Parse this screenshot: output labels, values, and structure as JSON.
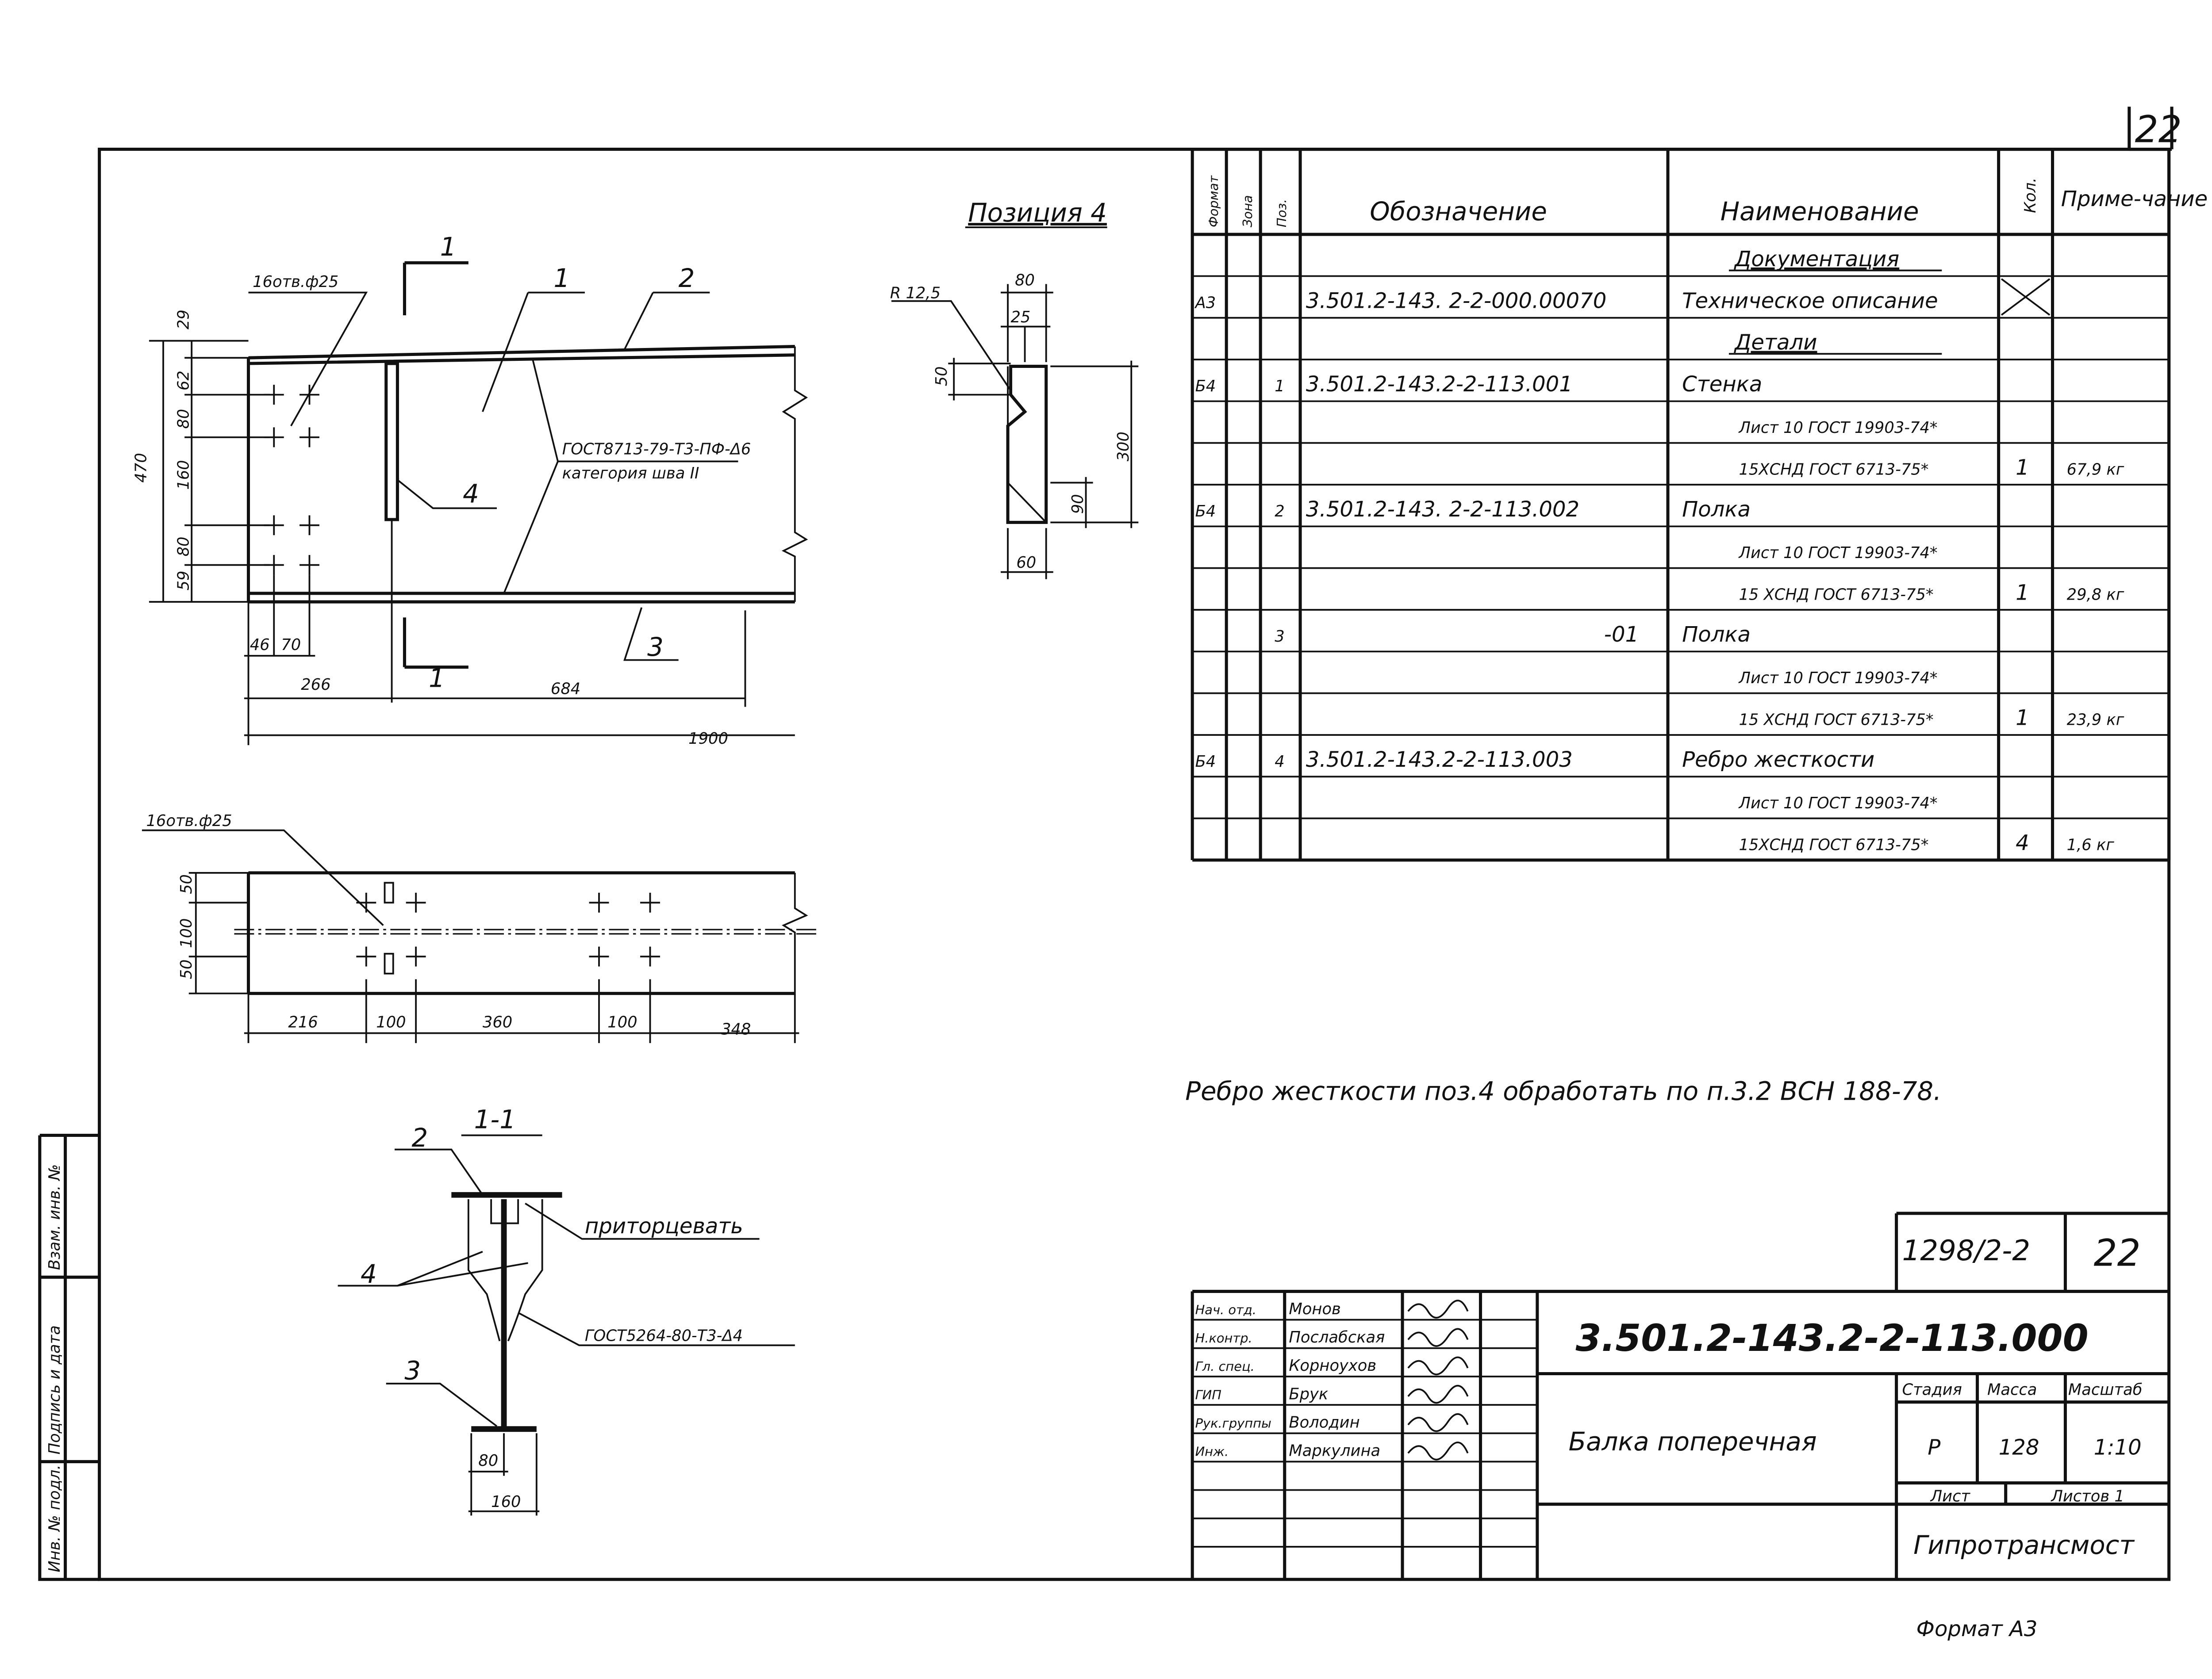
{
  "sheet": {
    "page_number": "22",
    "format_label": "Формат А3",
    "left_strip": [
      "Инв. № подл.",
      "Подпись и дата",
      "Взам. инв. №"
    ],
    "note": "Ребро жесткости поз.4 обработать по п.3.2 ВСН 188-78."
  },
  "elevation": {
    "holes_label": "16отв.ф25",
    "section_mark": "1",
    "callouts": [
      "1",
      "2",
      "3",
      "4"
    ],
    "weld_line1": "ГОСТ8713-79-Т3-ПФ-Δ6",
    "weld_line2": "категория шва II",
    "vertical_dims": [
      "29",
      "62",
      "80",
      "160",
      "80",
      "59"
    ],
    "overall_height": "470",
    "horizontal_dims": [
      "46",
      "70",
      "266",
      "684",
      "1900"
    ]
  },
  "position4": {
    "title": "Позиция 4",
    "radius": "R 12,5",
    "dims": [
      "80",
      "25",
      "50",
      "300",
      "90",
      "60"
    ]
  },
  "plan": {
    "holes_label": "16отв.ф25",
    "vertical_dims": [
      "50",
      "100",
      "50"
    ],
    "horizontal_dims": [
      "216",
      "100",
      "360",
      "100",
      "348"
    ]
  },
  "section": {
    "title": "1-1",
    "callouts": [
      "2",
      "4",
      "3"
    ],
    "face_note": "приторцевать",
    "weld": "ГОСТ5264-80-Т3-Δ4",
    "dims": [
      "80",
      "160"
    ]
  },
  "spec_table": {
    "headers": [
      "Формат",
      "Зона",
      "Поз.",
      "Обозначение",
      "Наименование",
      "Кол.",
      "Приме-чание"
    ],
    "rows": [
      {
        "fmt": "",
        "zone": "",
        "pos": "",
        "designation": "",
        "name": "Документация",
        "qty": "",
        "note": "",
        "heading": true
      },
      {
        "fmt": "А3",
        "zone": "",
        "pos": "",
        "designation": "3.501.2-143. 2-2-000.00070",
        "name": "Техническое описание",
        "qty": "",
        "note": "",
        "crossed_qty": true
      },
      {
        "fmt": "",
        "zone": "",
        "pos": "",
        "designation": "",
        "name": "Детали",
        "qty": "",
        "note": "",
        "heading": true
      },
      {
        "fmt": "Б4",
        "zone": "",
        "pos": "1",
        "designation": "3.501.2-143.2-2-113.001",
        "name": "Стенка",
        "qty": "",
        "note": ""
      },
      {
        "fmt": "",
        "zone": "",
        "pos": "",
        "designation": "",
        "name": "Лист 10 ГОСТ 19903-74*",
        "qty": "",
        "note": ""
      },
      {
        "fmt": "",
        "zone": "",
        "pos": "",
        "designation": "",
        "name": "15ХСНД ГОСТ 6713-75*",
        "qty": "1",
        "note": "67,9 кг"
      },
      {
        "fmt": "Б4",
        "zone": "",
        "pos": "2",
        "designation": "3.501.2-143. 2-2-113.002",
        "name": "Полка",
        "qty": "",
        "note": ""
      },
      {
        "fmt": "",
        "zone": "",
        "pos": "",
        "designation": "",
        "name": "Лист 10 ГОСТ 19903-74*",
        "qty": "",
        "note": ""
      },
      {
        "fmt": "",
        "zone": "",
        "pos": "",
        "designation": "",
        "name": "15 ХСНД ГОСТ 6713-75*",
        "qty": "1",
        "note": "29,8 кг"
      },
      {
        "fmt": "",
        "zone": "",
        "pos": "3",
        "designation": "-01",
        "name": "Полка",
        "qty": "",
        "note": ""
      },
      {
        "fmt": "",
        "zone": "",
        "pos": "",
        "designation": "",
        "name": "Лист 10 ГОСТ 19903-74*",
        "qty": "",
        "note": ""
      },
      {
        "fmt": "",
        "zone": "",
        "pos": "",
        "designation": "",
        "name": "15 ХСНД ГОСТ 6713-75*",
        "qty": "1",
        "note": "23,9 кг"
      },
      {
        "fmt": "Б4",
        "zone": "",
        "pos": "4",
        "designation": "3.501.2-143.2-2-113.003",
        "name": "Ребро жесткости",
        "qty": "",
        "note": ""
      },
      {
        "fmt": "",
        "zone": "",
        "pos": "",
        "designation": "",
        "name": "Лист 10 ГОСТ 19903-74*",
        "qty": "",
        "note": ""
      },
      {
        "fmt": "",
        "zone": "",
        "pos": "",
        "designation": "",
        "name": "15ХСНД ГОСТ 6713-75*",
        "qty": "4",
        "note": "1,6 кг"
      }
    ]
  },
  "title_block": {
    "album": "1298/2-2",
    "sheet_no": "22",
    "designation": "3.501.2-143.2-2-113.000",
    "title": "Балка поперечная",
    "stage_label": "Стадия",
    "mass_label": "Масса",
    "scale_label": "Масштаб",
    "stage": "Р",
    "mass": "128",
    "scale": "1:10",
    "sheet_label": "Лист",
    "sheets_label": "Листов 1",
    "organization": "Гипротрансмост",
    "people": [
      {
        "role": "Нач. отд.",
        "name": "Монов"
      },
      {
        "role": "Н.контр.",
        "name": "Послабская"
      },
      {
        "role": "Гл. спец.",
        "name": "Корноухов"
      },
      {
        "role": "ГИП",
        "name": "Брук"
      },
      {
        "role": "Рук.группы",
        "name": "Володин"
      },
      {
        "role": "Инж.",
        "name": "Маркулина"
      }
    ]
  }
}
